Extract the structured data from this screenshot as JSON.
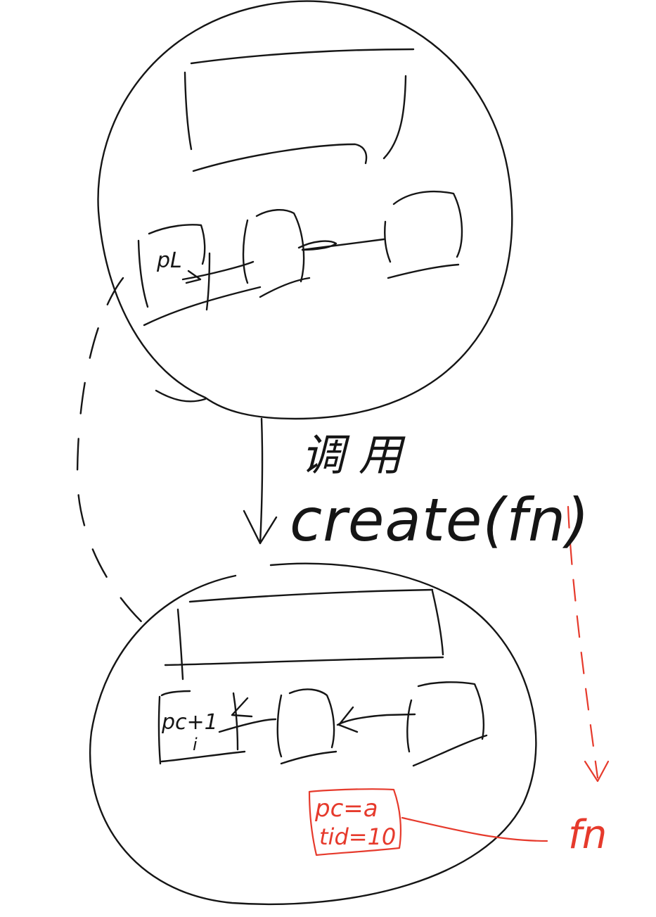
{
  "colors": {
    "ink": "#151515",
    "annotation": "#e63a2c",
    "background": "#ffffff"
  },
  "labels": {
    "top_frame_slot": "pL",
    "call_text": "调 用",
    "create_call": "create(fn)",
    "bottom_frame_slot": "pc+1",
    "bottom_frame_slot_marker": "i",
    "thread_pc": "pc=a",
    "thread_tid": "tid=10",
    "function_target": "fn"
  }
}
